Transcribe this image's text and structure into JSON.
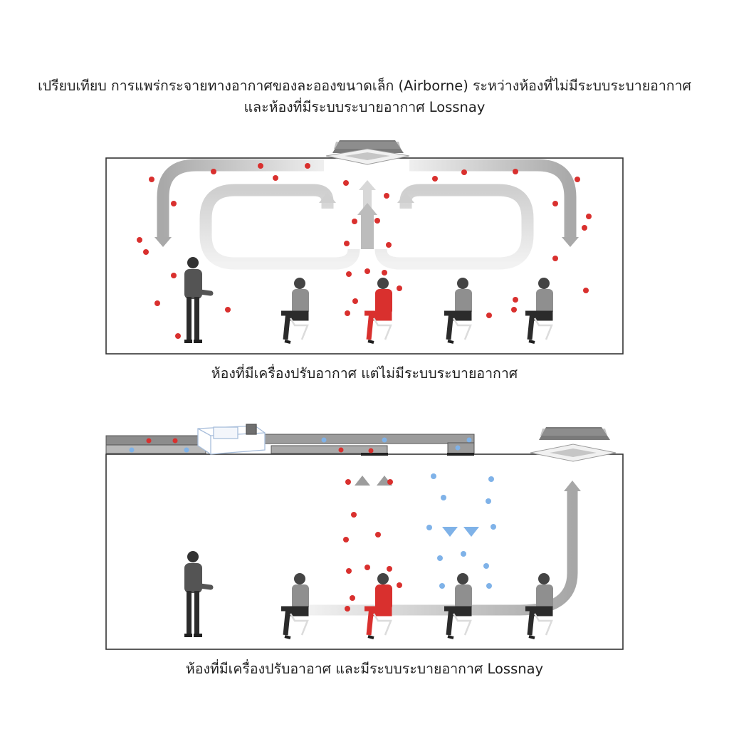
{
  "title": {
    "line1": "เปรียบเทียบ การแพร่กระจายทางอากาศของละอองขนาดเล็ก (Airborne) ระหว่างห้องที่ไม่มีระบบระบายอากาศ",
    "line2": "และห้องที่มีระบบระบายอากาศ Lossnay"
  },
  "scenes": {
    "no_ventilation": {
      "caption": "ห้องที่มีเครื่องปรับอากาศ แต่ไม่มีระบบระบายอากาศ"
    },
    "lossnay": {
      "caption": "ห้องที่มีเครื่องปรับอาอาศ และมีระบบระบายอากาศ Lossnay"
    }
  },
  "colors": {
    "infected": "#d9302e",
    "person": "#8f8f8f",
    "person_dark": "#3a3a3a",
    "fresh_air": "#7fb2e8",
    "airflow": "#c9c9c9",
    "room_border": "#333333"
  }
}
